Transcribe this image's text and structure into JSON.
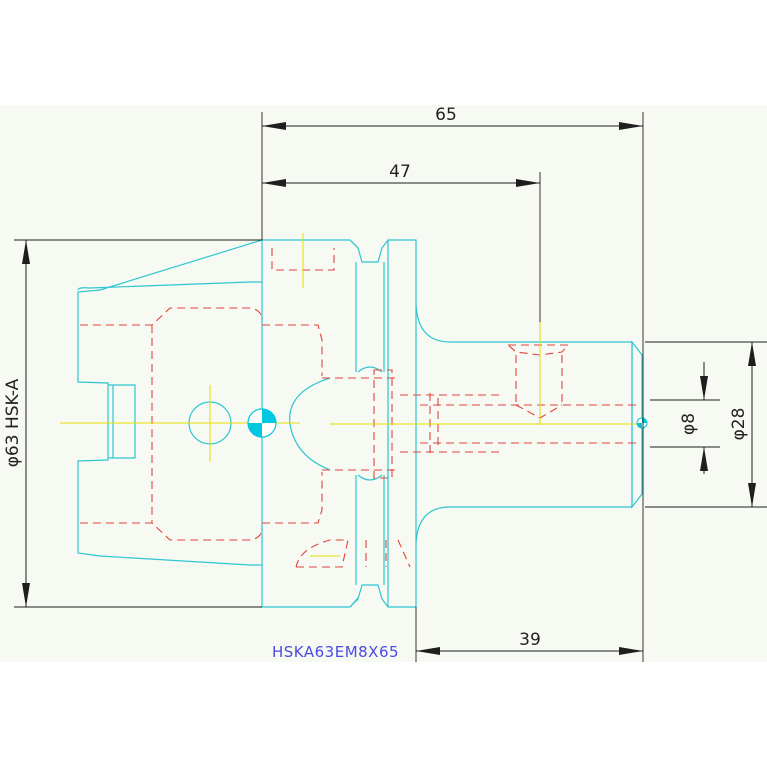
{
  "drawing": {
    "background": "#f7f9f3",
    "colors": {
      "outline": "#2fc6d2",
      "hidden": "#e0443c",
      "centerline": "#e8e000",
      "dimension": "#1e1e1e",
      "caption": "#4a4ae6",
      "marker": "#00c8e0"
    },
    "dimensions": {
      "overall_length": "65",
      "to_pin_hole": "47",
      "shank_length": "39",
      "flange_diameter": "φ63 HSK-A",
      "bore_diameter": "φ8",
      "shank_diameter": "φ28"
    },
    "caption": "HSKA63EM8X65"
  }
}
